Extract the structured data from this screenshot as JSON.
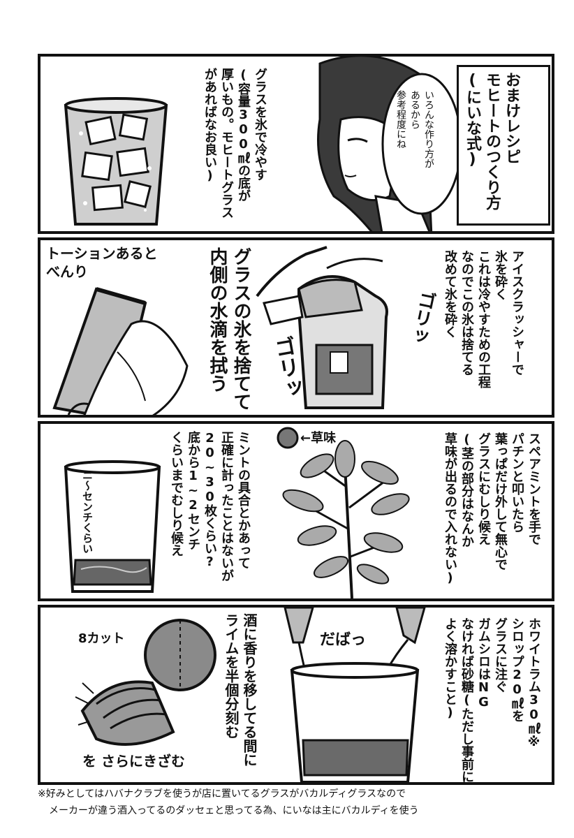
{
  "panel1": {
    "title_box": "おまけレシピ\nモヒートのつくり方\n(にいな式)",
    "speech": "いろんな作り方が\nあるから\n参考程度にね",
    "narration": "グラスを氷で冷やす\n(容量300㎖の底が\n厚いもの。モヒートグラス\nがあればなお良い)"
  },
  "panel2": {
    "narration_right": "アイスクラッシャーで\n氷を砕く\nこれは冷やすための工程\nなのでこの氷は捨てる\n改めて氷を砕く",
    "sfx1": "ゴリッ",
    "sfx2": "ゴリッ",
    "narration_mid": "グラスの氷を捨てて\n内側の水滴を拭う",
    "handwritten": "トーションあると\nべんり"
  },
  "panel3": {
    "narration_right": "スペアミントを手で\nパチンと叩いたら\n葉っぱだけ外して無心で\nグラスにむしり候え\n(茎の部分はなんか\n草味が出るので入れない)",
    "label": "←草味",
    "narration_mid": "ミントの具合とかあって\n正確に計ったことはないが\n20~30枚くらい?\n底から1~2センチ\nくらいまでむしり候え",
    "glass_note": "ニ〜センチくらい"
  },
  "panel4": {
    "narration_right": "ホワイトラム30㎖※\nシロップ20㎖を\nグラスに注ぐ\nガムシロはNG\nなければ砂糖(ただし事前に\nよく溶かすこと)",
    "sfx": "だばっ",
    "narration_mid": "酒に香りを移してる間に\nライムを半個分刻む",
    "cut_label": "8カット",
    "bottom_label": "を さらにきざむ"
  },
  "footer": {
    "line1": "※好みとしてはハバナクラブを使うが店に置いてるグラスがバカルディグラスなので",
    "line2": "メーカーが違う酒入ってるのダッセェと思ってる為、にいなは主にバカルディを使う"
  }
}
